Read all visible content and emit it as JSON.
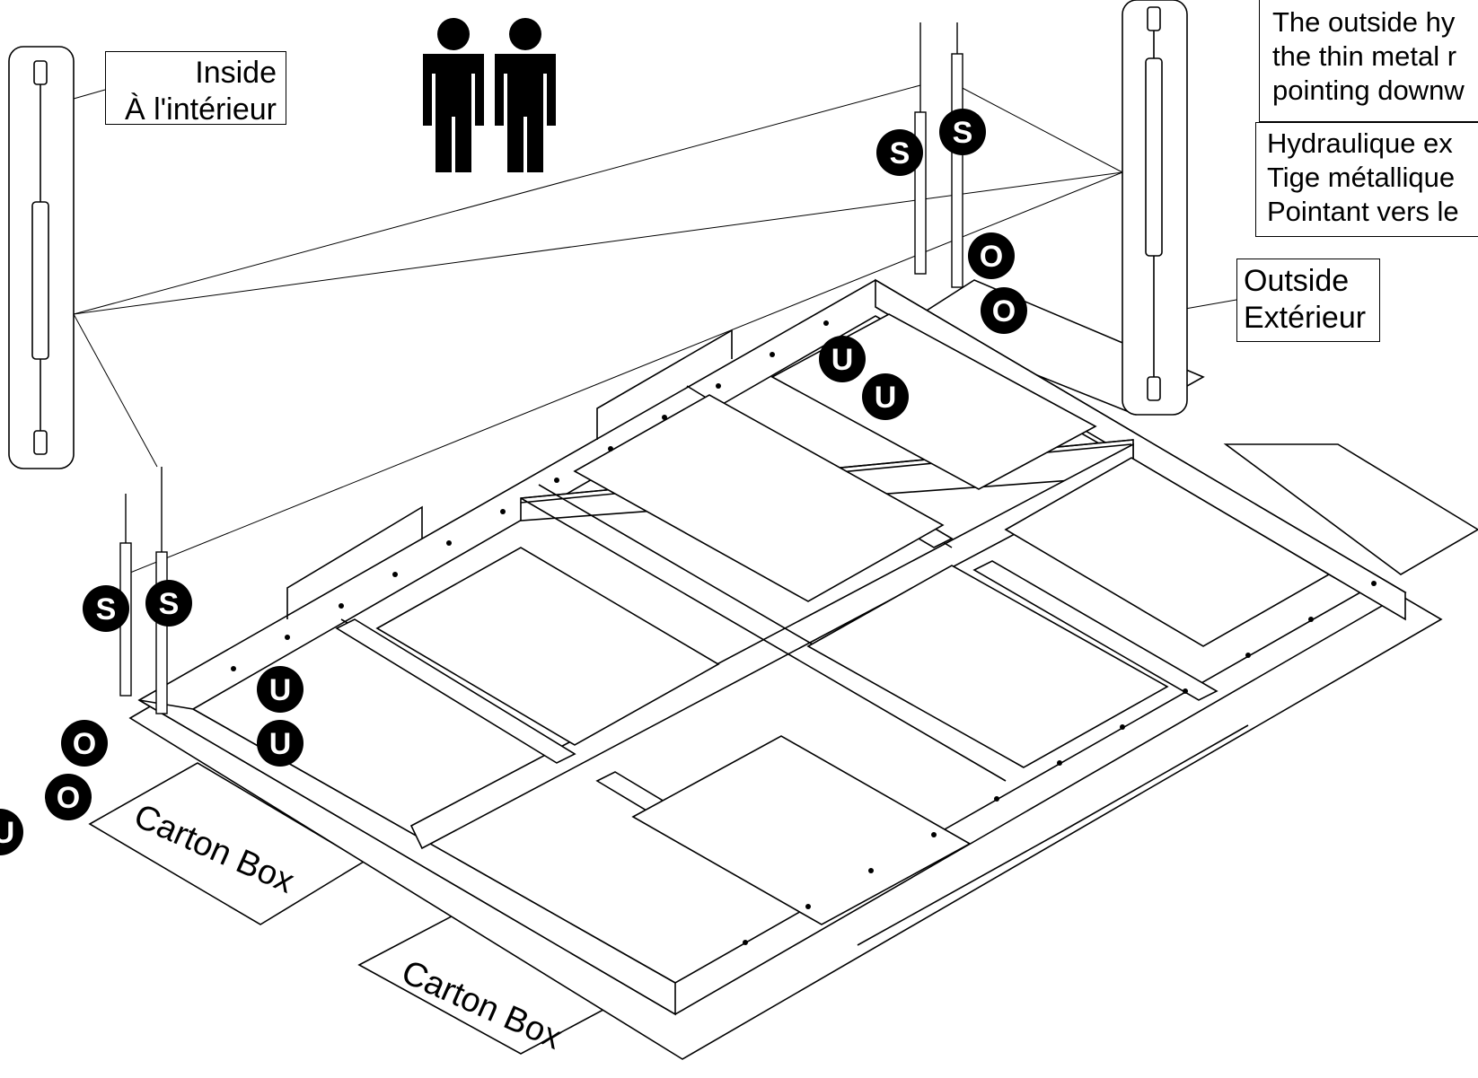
{
  "labels": {
    "inside_en": "Inside",
    "inside_fr": "À l'intérieur",
    "outside_en": "Outside",
    "outside_fr": "Extérieur",
    "note_en": [
      "The outside hy",
      "the thin metal r",
      "pointing downw"
    ],
    "note_fr": [
      "Hydraulique ex",
      "Tige métallique",
      "Pointant vers le"
    ],
    "carton": "Carton Box"
  },
  "part_letters": {
    "S": "S",
    "O": "O",
    "U": "U"
  },
  "icons": [
    "two-people-icon",
    "hydraulic-piston-inside",
    "hydraulic-piston-outside",
    "bed-frame"
  ],
  "colors": {
    "line": "#000000",
    "background": "#ffffff"
  }
}
